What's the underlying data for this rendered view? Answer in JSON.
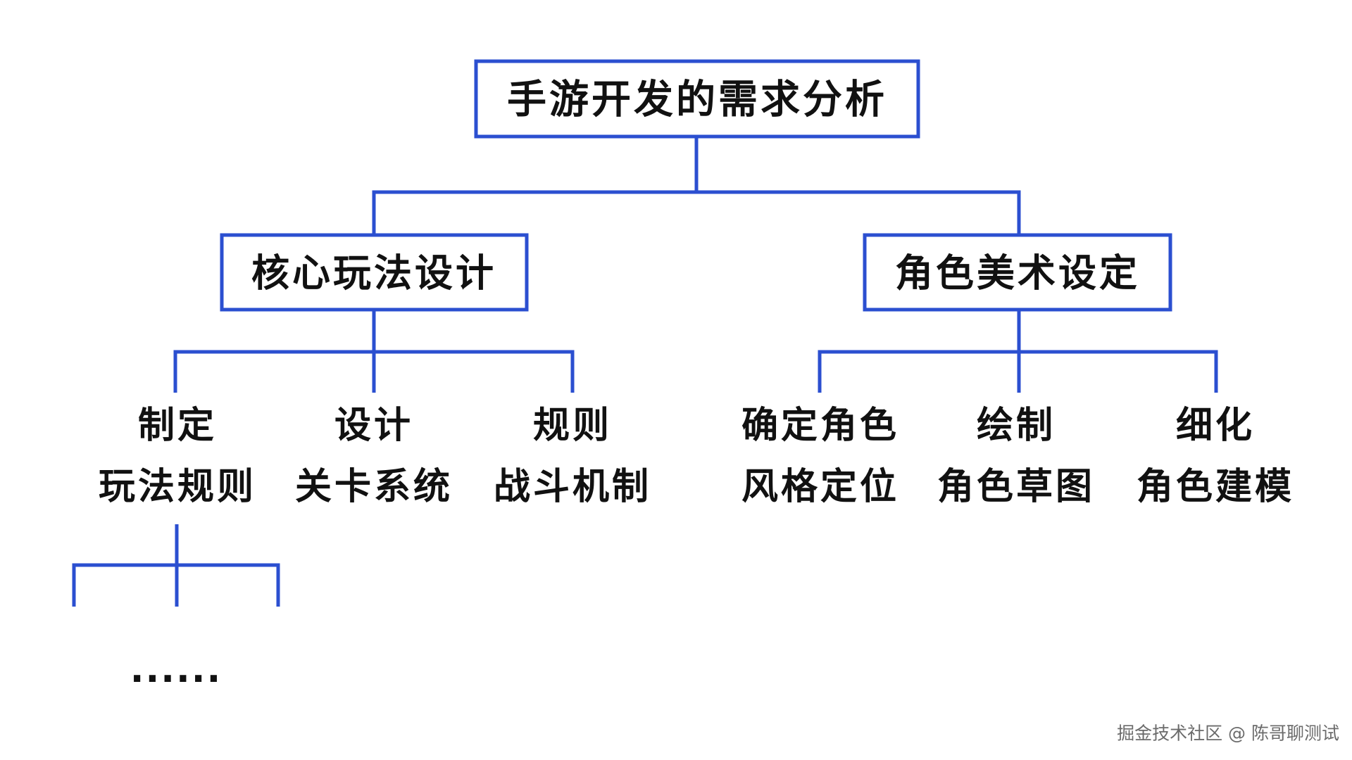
{
  "diagram": {
    "root": "手游开发的需求分析",
    "branches": [
      {
        "label": "核心玩法设计",
        "children": [
          {
            "line1": "制定",
            "line2": "玩法规则"
          },
          {
            "line1": "设计",
            "line2": "关卡系统"
          },
          {
            "line1": "规则",
            "line2": "战斗机制"
          }
        ]
      },
      {
        "label": "角色美术设定",
        "children": [
          {
            "line1": "确定角色",
            "line2": "风格定位"
          },
          {
            "line1": "绘制",
            "line2": "角色草图"
          },
          {
            "line1": "细化",
            "line2": "角色建模"
          }
        ]
      }
    ],
    "continuation": "......"
  },
  "watermark": "掘金技术社区 @ 陈哥聊测试",
  "colors": {
    "line": "#2b4fd0",
    "text": "#111111",
    "watermark": "#6b6b6b"
  }
}
